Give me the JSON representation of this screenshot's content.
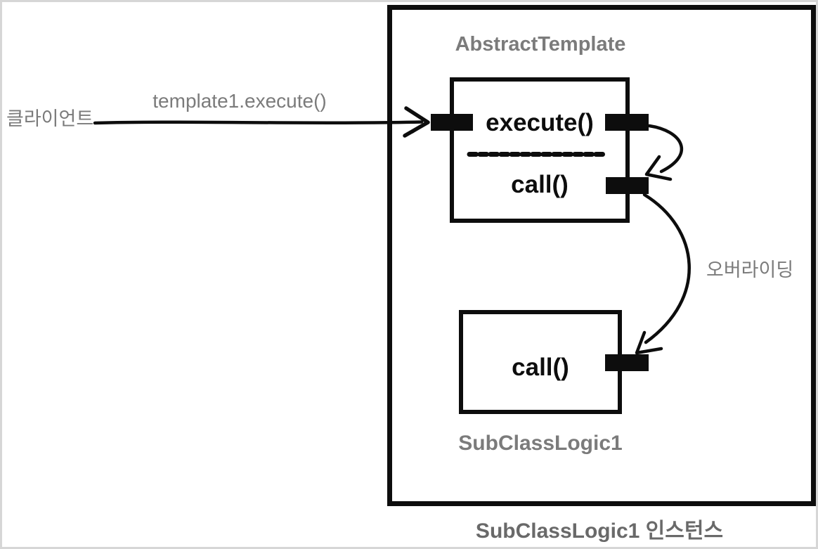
{
  "colors": {
    "label_gray": "#7b7b7b",
    "instance_label_gray": "#696969",
    "stroke_black": "#0d0d0d",
    "canvas_border": "#d6d6d6"
  },
  "labels": {
    "client": "클라이언트",
    "call_arrow": "template1.execute()",
    "abstract_template_title": "AbstractTemplate",
    "execute_method": "execute()",
    "call_method": "call()",
    "overriding": "오버라이딩",
    "subclass_call_method": "call()",
    "subclass_name": "SubClassLogic1",
    "instance_caption": "SubClassLogic1 인스턴스"
  }
}
